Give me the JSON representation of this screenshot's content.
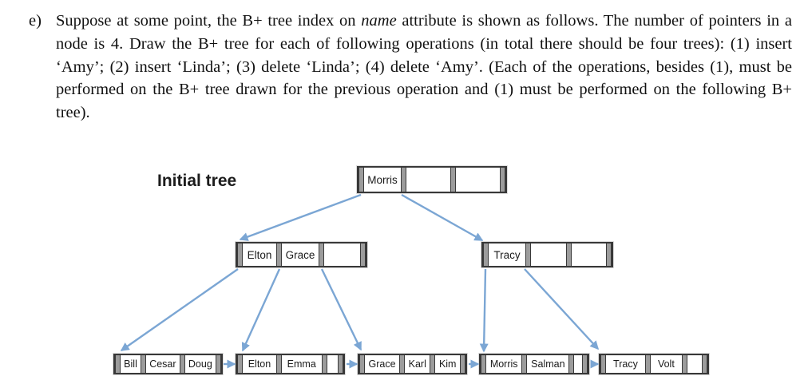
{
  "problem": {
    "item_label": "e)",
    "text_before_italic": "Suppose at some point, the B+ tree index on ",
    "italic_word": "name",
    "text_after_italic": " attribute is shown as follows. The number of pointers in a node is 4. Draw the B+ tree for each of following operations (in total there should be four trees): (1) insert ‘Amy’; (2) insert ‘Linda’; (3) delete ‘Linda’; (4) delete ‘Amy’. (Each of the operations, besides (1), must be performed on the B+ tree drawn for the previous operation and (1) must be performed on the following B+ tree)."
  },
  "diagram": {
    "caption": "Initial tree",
    "arrow_color": "#7ba6d4",
    "node_border_color": "#383838",
    "pointer_cell_color": "#9c9c9c",
    "nodes": [
      {
        "id": "root",
        "level": "root",
        "cells": [
          "Morris",
          "",
          ""
        ]
      },
      {
        "id": "internal-left",
        "level": "internal",
        "cells": [
          "Elton",
          "Grace",
          ""
        ]
      },
      {
        "id": "internal-right",
        "level": "internal",
        "cells": [
          "Tracy",
          "",
          ""
        ]
      },
      {
        "id": "leaf-1",
        "level": "leaf",
        "cells": [
          "Bill",
          "Cesar",
          "Doug"
        ]
      },
      {
        "id": "leaf-2",
        "level": "leaf",
        "cells": [
          "Elton",
          "Emma",
          ""
        ]
      },
      {
        "id": "leaf-3",
        "level": "leaf",
        "cells": [
          "Grace",
          "Karl",
          "Kim"
        ]
      },
      {
        "id": "leaf-4",
        "level": "leaf",
        "cells": [
          "Morris",
          "Salman",
          ""
        ]
      },
      {
        "id": "leaf-5",
        "level": "leaf",
        "cells": [
          "Tracy",
          "Volt",
          ""
        ]
      }
    ],
    "edges": [
      {
        "from": "root",
        "to": "internal-left",
        "type": "child"
      },
      {
        "from": "root",
        "to": "internal-right",
        "type": "child"
      },
      {
        "from": "internal-left",
        "to": "leaf-1",
        "type": "child"
      },
      {
        "from": "internal-left",
        "to": "leaf-2",
        "type": "child"
      },
      {
        "from": "internal-left",
        "to": "leaf-3",
        "type": "child"
      },
      {
        "from": "internal-right",
        "to": "leaf-4",
        "type": "child"
      },
      {
        "from": "internal-right",
        "to": "leaf-5",
        "type": "child"
      },
      {
        "from": "leaf-1",
        "to": "leaf-2",
        "type": "leaf-link"
      },
      {
        "from": "leaf-2",
        "to": "leaf-3",
        "type": "leaf-link"
      },
      {
        "from": "leaf-3",
        "to": "leaf-4",
        "type": "leaf-link"
      },
      {
        "from": "leaf-4",
        "to": "leaf-5",
        "type": "leaf-link"
      }
    ]
  }
}
